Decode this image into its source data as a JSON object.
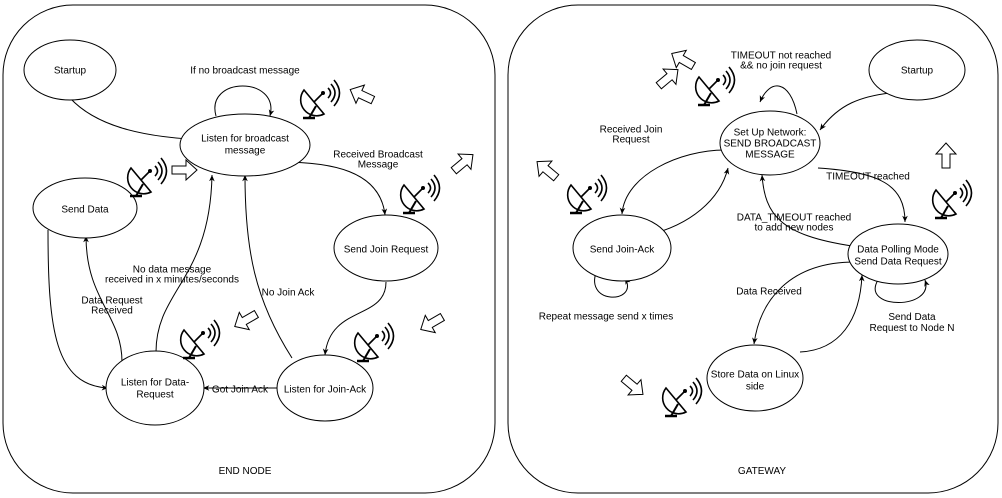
{
  "panels": {
    "end_node": "END NODE",
    "gateway": "GATEWAY"
  },
  "end_node": {
    "states": {
      "startup": [
        "Startup"
      ],
      "listen_broadcast": [
        "Listen for broadcast",
        "message"
      ],
      "send_data": [
        "Send Data"
      ],
      "send_join_request": [
        "Send Join Request"
      ],
      "listen_data_request": [
        "Listen for Data-",
        "Request"
      ],
      "listen_join_ack": [
        "Listen for Join-Ack"
      ]
    },
    "edges": {
      "no_broadcast": [
        "If no broadcast message"
      ],
      "received_broadcast": [
        "Received Broadcast",
        "Message"
      ],
      "no_data_message": [
        "No data message",
        "received in x minutes/seconds"
      ],
      "data_request_received": [
        "Data Request",
        "Received"
      ],
      "no_join_ack": [
        "No Join Ack"
      ],
      "got_join_ack": [
        "Got Join Ack"
      ]
    }
  },
  "gateway": {
    "states": {
      "startup": [
        "Startup"
      ],
      "setup_network": [
        "Set Up Network:",
        "SEND BROADCAST",
        "MESSAGE"
      ],
      "send_join_ack": [
        "Send Join-Ack"
      ],
      "data_polling": [
        "Data Polling Mode",
        "Send Data Request"
      ],
      "store_data": [
        "Store Data on Linux",
        "side"
      ]
    },
    "edges": {
      "timeout_not_reached": [
        "TIMEOUT not reached",
        "&& no join request"
      ],
      "received_join_request": [
        "Received Join",
        "Request"
      ],
      "timeout_reached": [
        "TIMEOUT reached"
      ],
      "data_timeout": [
        "DATA_TIMEOUT reached",
        "to add new nodes"
      ],
      "data_received": [
        "Data Received"
      ],
      "repeat_message": [
        "Repeat message send x times"
      ],
      "send_data_request_node": [
        "Send Data",
        "Request to Node N"
      ]
    }
  },
  "icons": {
    "antenna": "satellite-dish-icon",
    "arrow": "hollow-arrow-icon"
  }
}
